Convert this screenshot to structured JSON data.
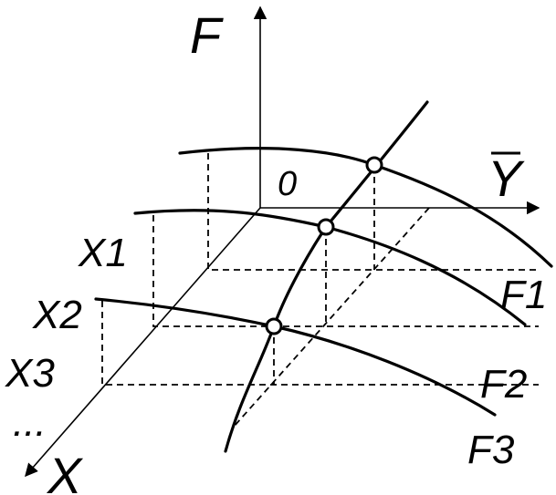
{
  "diagram": {
    "axes": {
      "vertical_label": "F",
      "horizontal_label": "Y",
      "depth_label": "X",
      "origin_label": "0"
    },
    "depth_ticks": [
      "X1",
      "X2",
      "X3",
      "..."
    ],
    "curves": [
      "F1",
      "F2",
      "F3"
    ],
    "colors": {
      "ink": "#000000",
      "background": "#ffffff"
    }
  }
}
